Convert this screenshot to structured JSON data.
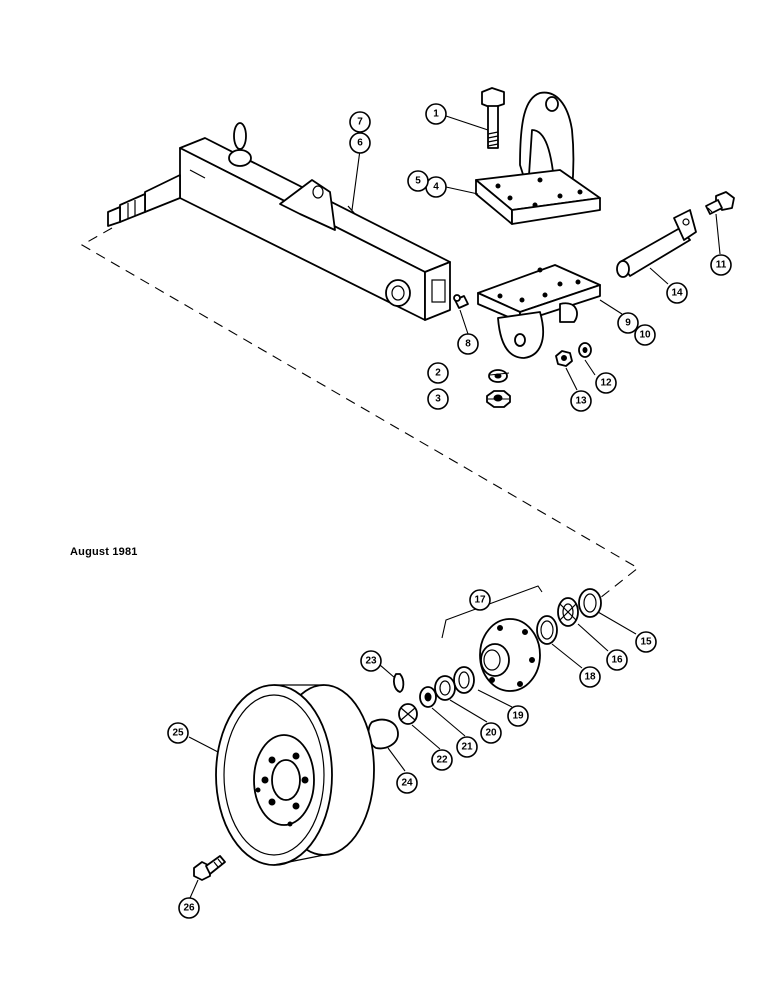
{
  "date_label": "August 1981",
  "callouts": [
    "1",
    "2",
    "3",
    "4",
    "5",
    "6",
    "7",
    "8",
    "9",
    "10",
    "11",
    "12",
    "13",
    "14",
    "15",
    "16",
    "17",
    "18",
    "19",
    "20",
    "21",
    "22",
    "23",
    "24",
    "25",
    "26"
  ]
}
